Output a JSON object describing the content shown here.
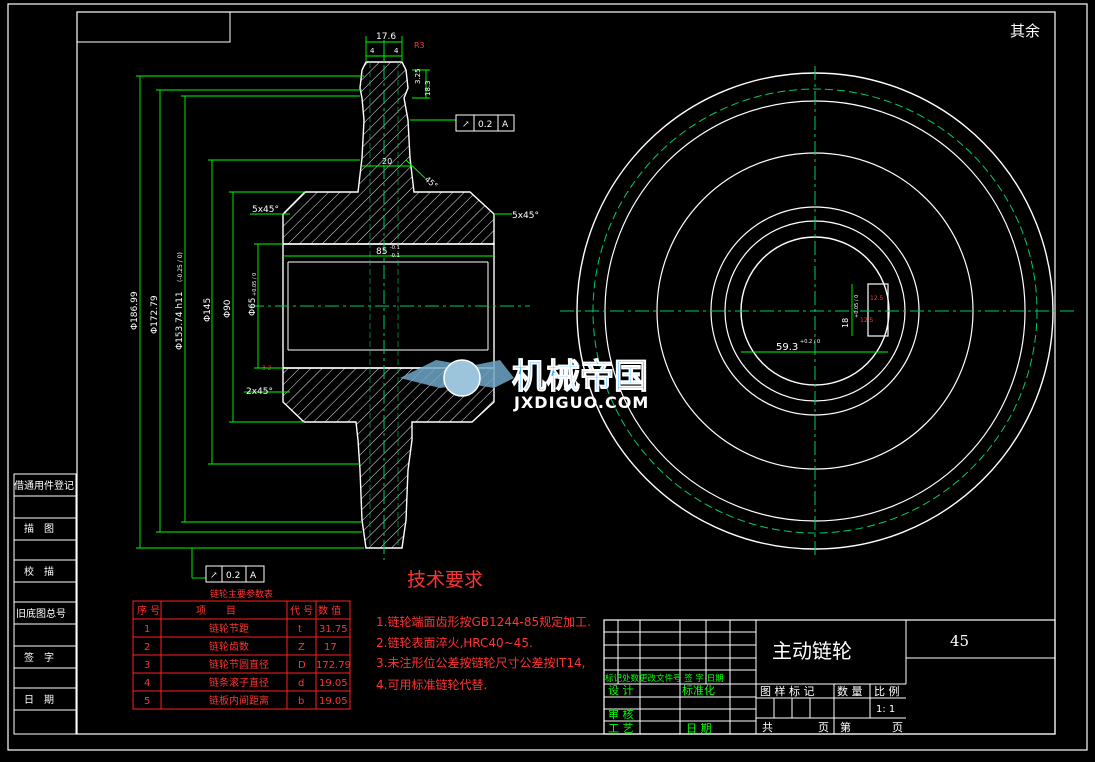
{
  "colors": {
    "background": "#000000",
    "frame": "#ffffff",
    "dim": "#00ff00",
    "center": "#00cc66",
    "red": "#ff3333",
    "hatch": "#ffffff",
    "title_text": "#ffffff",
    "table_lines": "#ff2020",
    "watermark_blue": "#1aa8ff"
  },
  "corner_tag": "其余",
  "side_labels": [
    "借通用件登记",
    "描　图",
    "校　描",
    "旧底图总号",
    "签　字",
    "日　期"
  ],
  "dims": {
    "top_width": "17.6",
    "half_a": "4",
    "half_b": "4",
    "chamfer_r": "R3",
    "r_top1": "3.25",
    "r_top2": "18.3",
    "runout": "0.2",
    "runout_ref": "A",
    "hub_w": "20",
    "angle": "45°",
    "chamfer_tl": "5x45°",
    "chamfer_tr": "5x45°",
    "chamfer_bl": "2x45°",
    "bore_len_main": "85",
    "bore_len_tol_up": "-0.1",
    "bore_len_tol_dn": "-0.1",
    "d1": "Φ186.99",
    "d2": "Φ172.79",
    "d3": "Φ153.74 h11",
    "d3_tol": "(-0.25 / 0)",
    "d4": "Φ145",
    "d5": "Φ90",
    "d6": "Φ65",
    "d6_tol": "+0.05 / 0",
    "rough": "3.2",
    "runout_bottom": "0.2",
    "runout_bottom_ref": "A",
    "key_height": "59.3",
    "key_height_tol": "+0.2 / 0",
    "key_width": "18",
    "key_width_tol": "+0.05 / 0",
    "key_rough": "12.5"
  },
  "watermark": {
    "cn": "机械帝国",
    "en": "JXDIGUO.COM"
  },
  "param_table": {
    "caption": "链轮主要参数表",
    "headers": [
      "序 号",
      "项　　目",
      "代 号",
      "数 值"
    ],
    "rows": [
      [
        "1",
        "链轮节距",
        "t",
        "31.75"
      ],
      [
        "2",
        "链轮齿数",
        "Z",
        "17"
      ],
      [
        "3",
        "链轮节圆直径",
        "D",
        "172.79"
      ],
      [
        "4",
        "链条滚子直径",
        "d",
        "19.05"
      ],
      [
        "5",
        "链板内间距离",
        "b",
        "19.05"
      ]
    ]
  },
  "tech_req": {
    "title": "技术要求",
    "lines": [
      "1.链轮端面齿形按GB1244-85规定加工.",
      "2.链轮表面淬火,HRC40~45.",
      "3.未注形位公差按链轮尺寸公差按IT14,",
      "4.可用标准链轮代替."
    ]
  },
  "title_block": {
    "part_name": "主动链轮",
    "material": "45",
    "rev_row": "标记处数更改文件号 签 字 日期",
    "design": "设 计",
    "standard": "标准化",
    "check": "审 核",
    "process": "工 艺",
    "date": "日 期",
    "cols": "图 样 标 记",
    "qty": "数 量",
    "scale": "比 例",
    "scale_val": "1: 1",
    "total": "共",
    "page": "页",
    "sheet": "第",
    "page2": "页"
  }
}
